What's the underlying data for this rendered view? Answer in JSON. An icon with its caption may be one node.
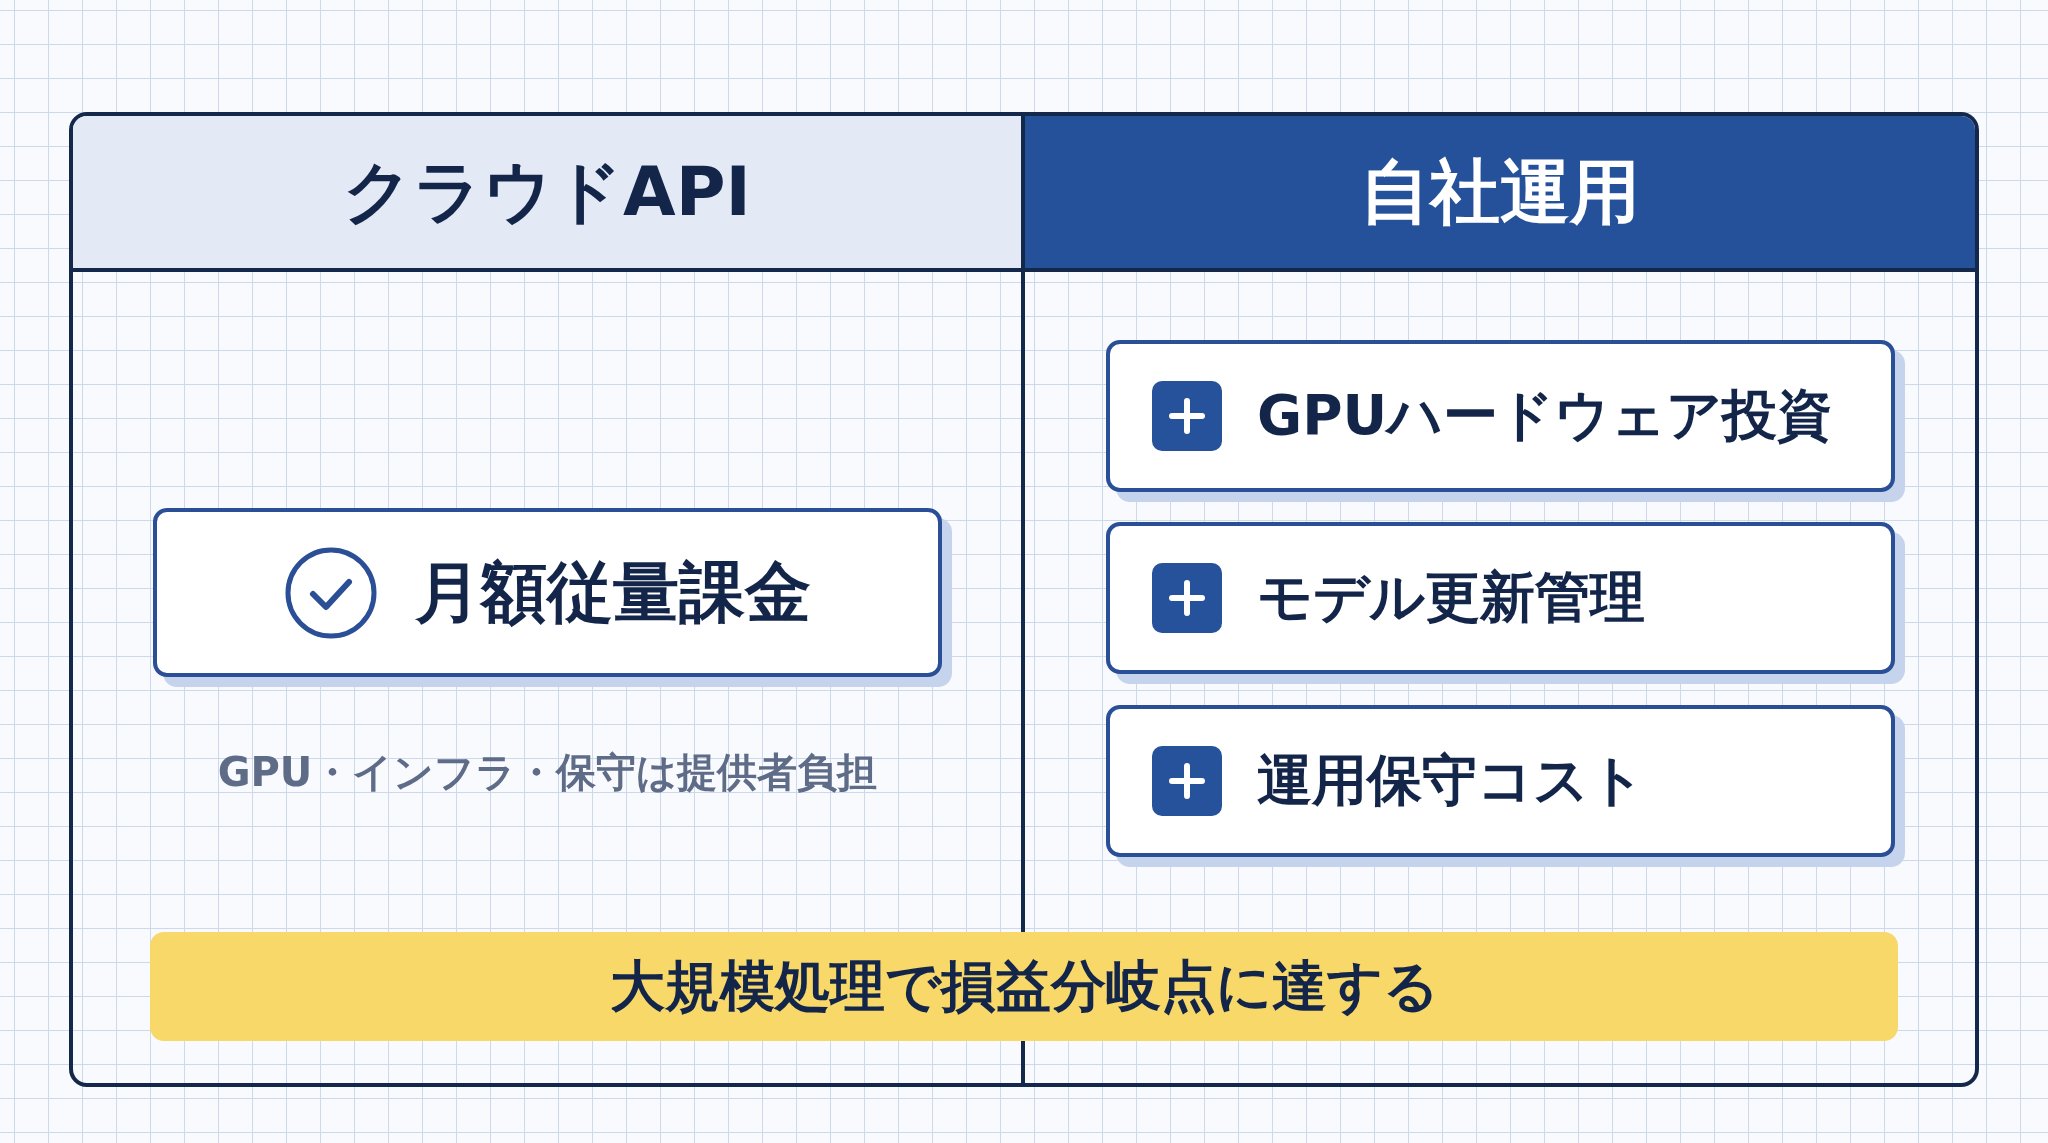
{
  "diagram": {
    "nodes": [
      {
        "text": [
          "クラウドAPI"
        ]
      },
      {
        "text": [
          "自社運用"
        ]
      },
      {
        "text": [
          "月額従量課金"
        ],
        "in": 0,
        "beside": [
          "GPU・インフラ・保守は提供者負担"
        ]
      },
      {
        "text": [
          "GPUハードウェア投資"
        ],
        "in": 1
      },
      {
        "text": [
          "モデル更新管理"
        ],
        "in": 1
      },
      {
        "text": [
          "運用保守コスト"
        ],
        "in": 1
      },
      {
        "text": [
          "大規模処理で損益分岐点に達する"
        ]
      }
    ]
  }
}
